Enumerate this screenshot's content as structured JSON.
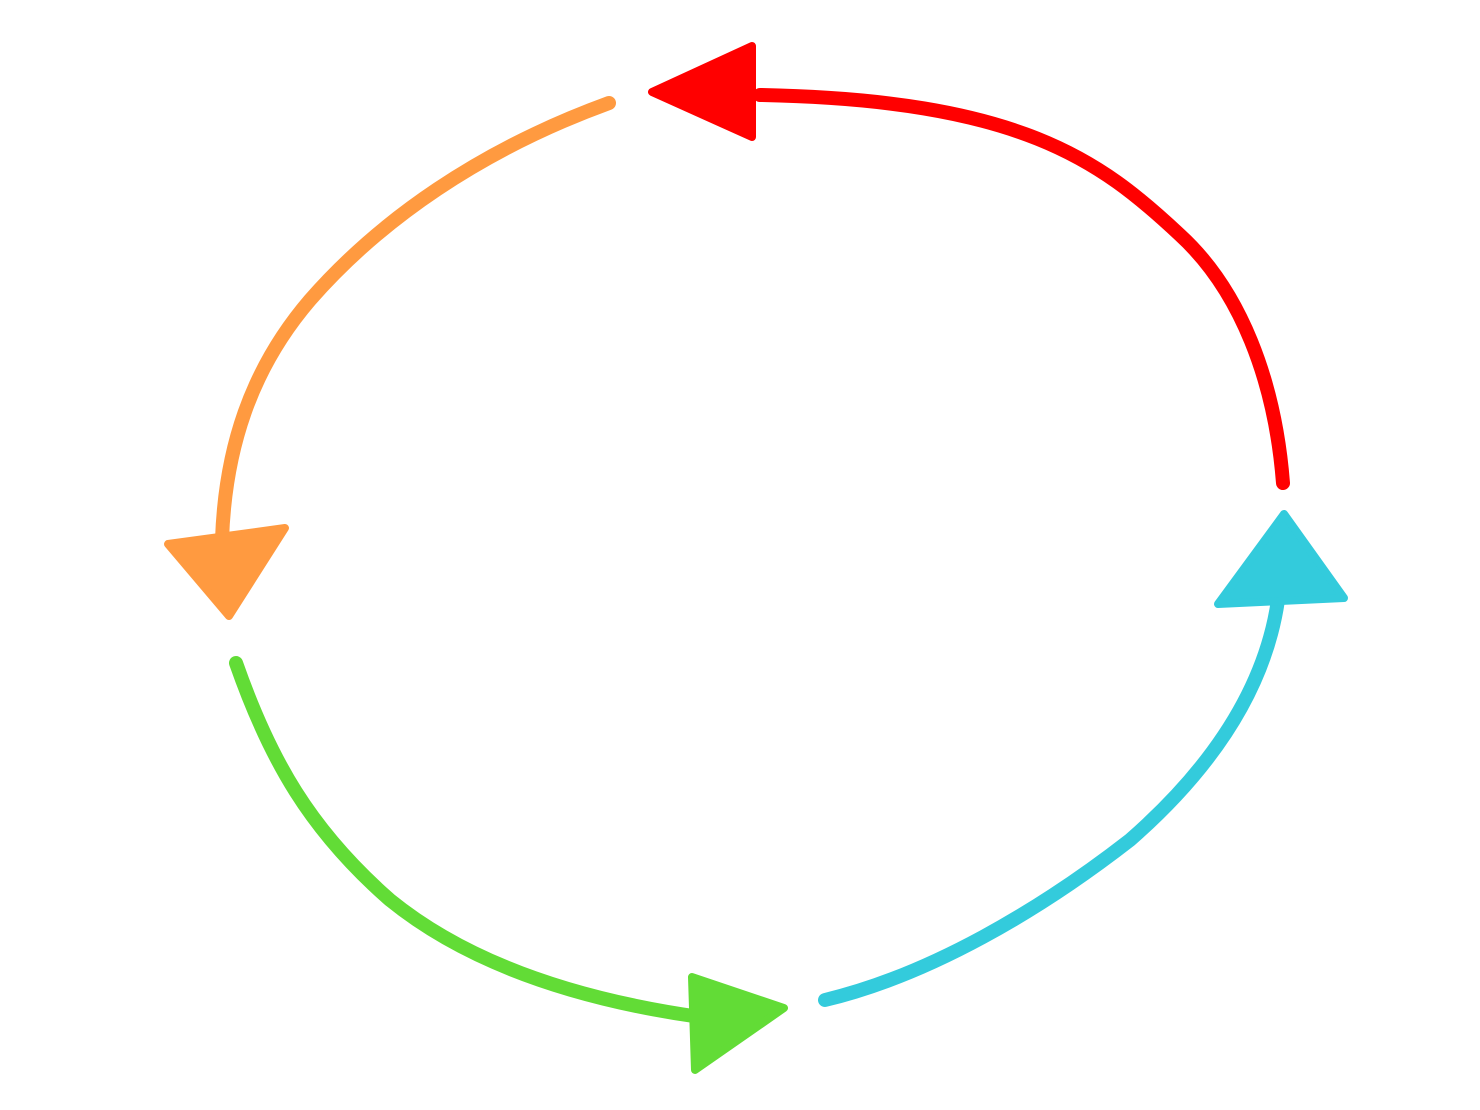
{
  "diagram": {
    "type": "cycle",
    "direction": "counter-clockwise",
    "arrows": [
      {
        "id": "red",
        "color": "#ff0000"
      },
      {
        "id": "orange",
        "color": "#ff9a40"
      },
      {
        "id": "green",
        "color": "#62dc36"
      },
      {
        "id": "cyan",
        "color": "#33cbdc"
      }
    ]
  }
}
